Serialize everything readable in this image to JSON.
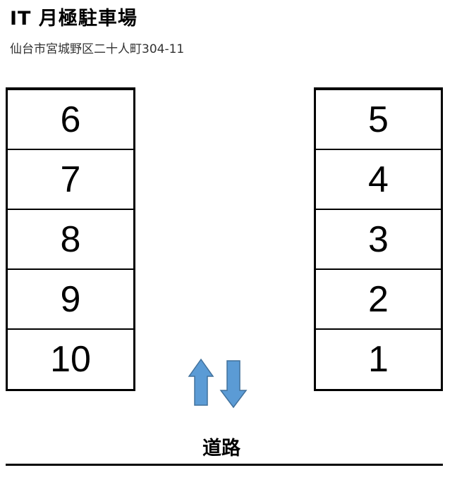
{
  "header": {
    "title": "IT 月極駐車場",
    "address": "仙台市宮城野区二十人町304-11"
  },
  "lot": {
    "left_spaces": [
      "6",
      "7",
      "8",
      "9",
      "10"
    ],
    "right_spaces": [
      "5",
      "4",
      "3",
      "2",
      "1"
    ]
  },
  "road": {
    "label": "道路",
    "arrow_up_icon": "up-arrow-icon",
    "arrow_down_icon": "down-arrow-icon",
    "arrow_fill": "#5b9bd5",
    "arrow_stroke": "#41719c"
  }
}
